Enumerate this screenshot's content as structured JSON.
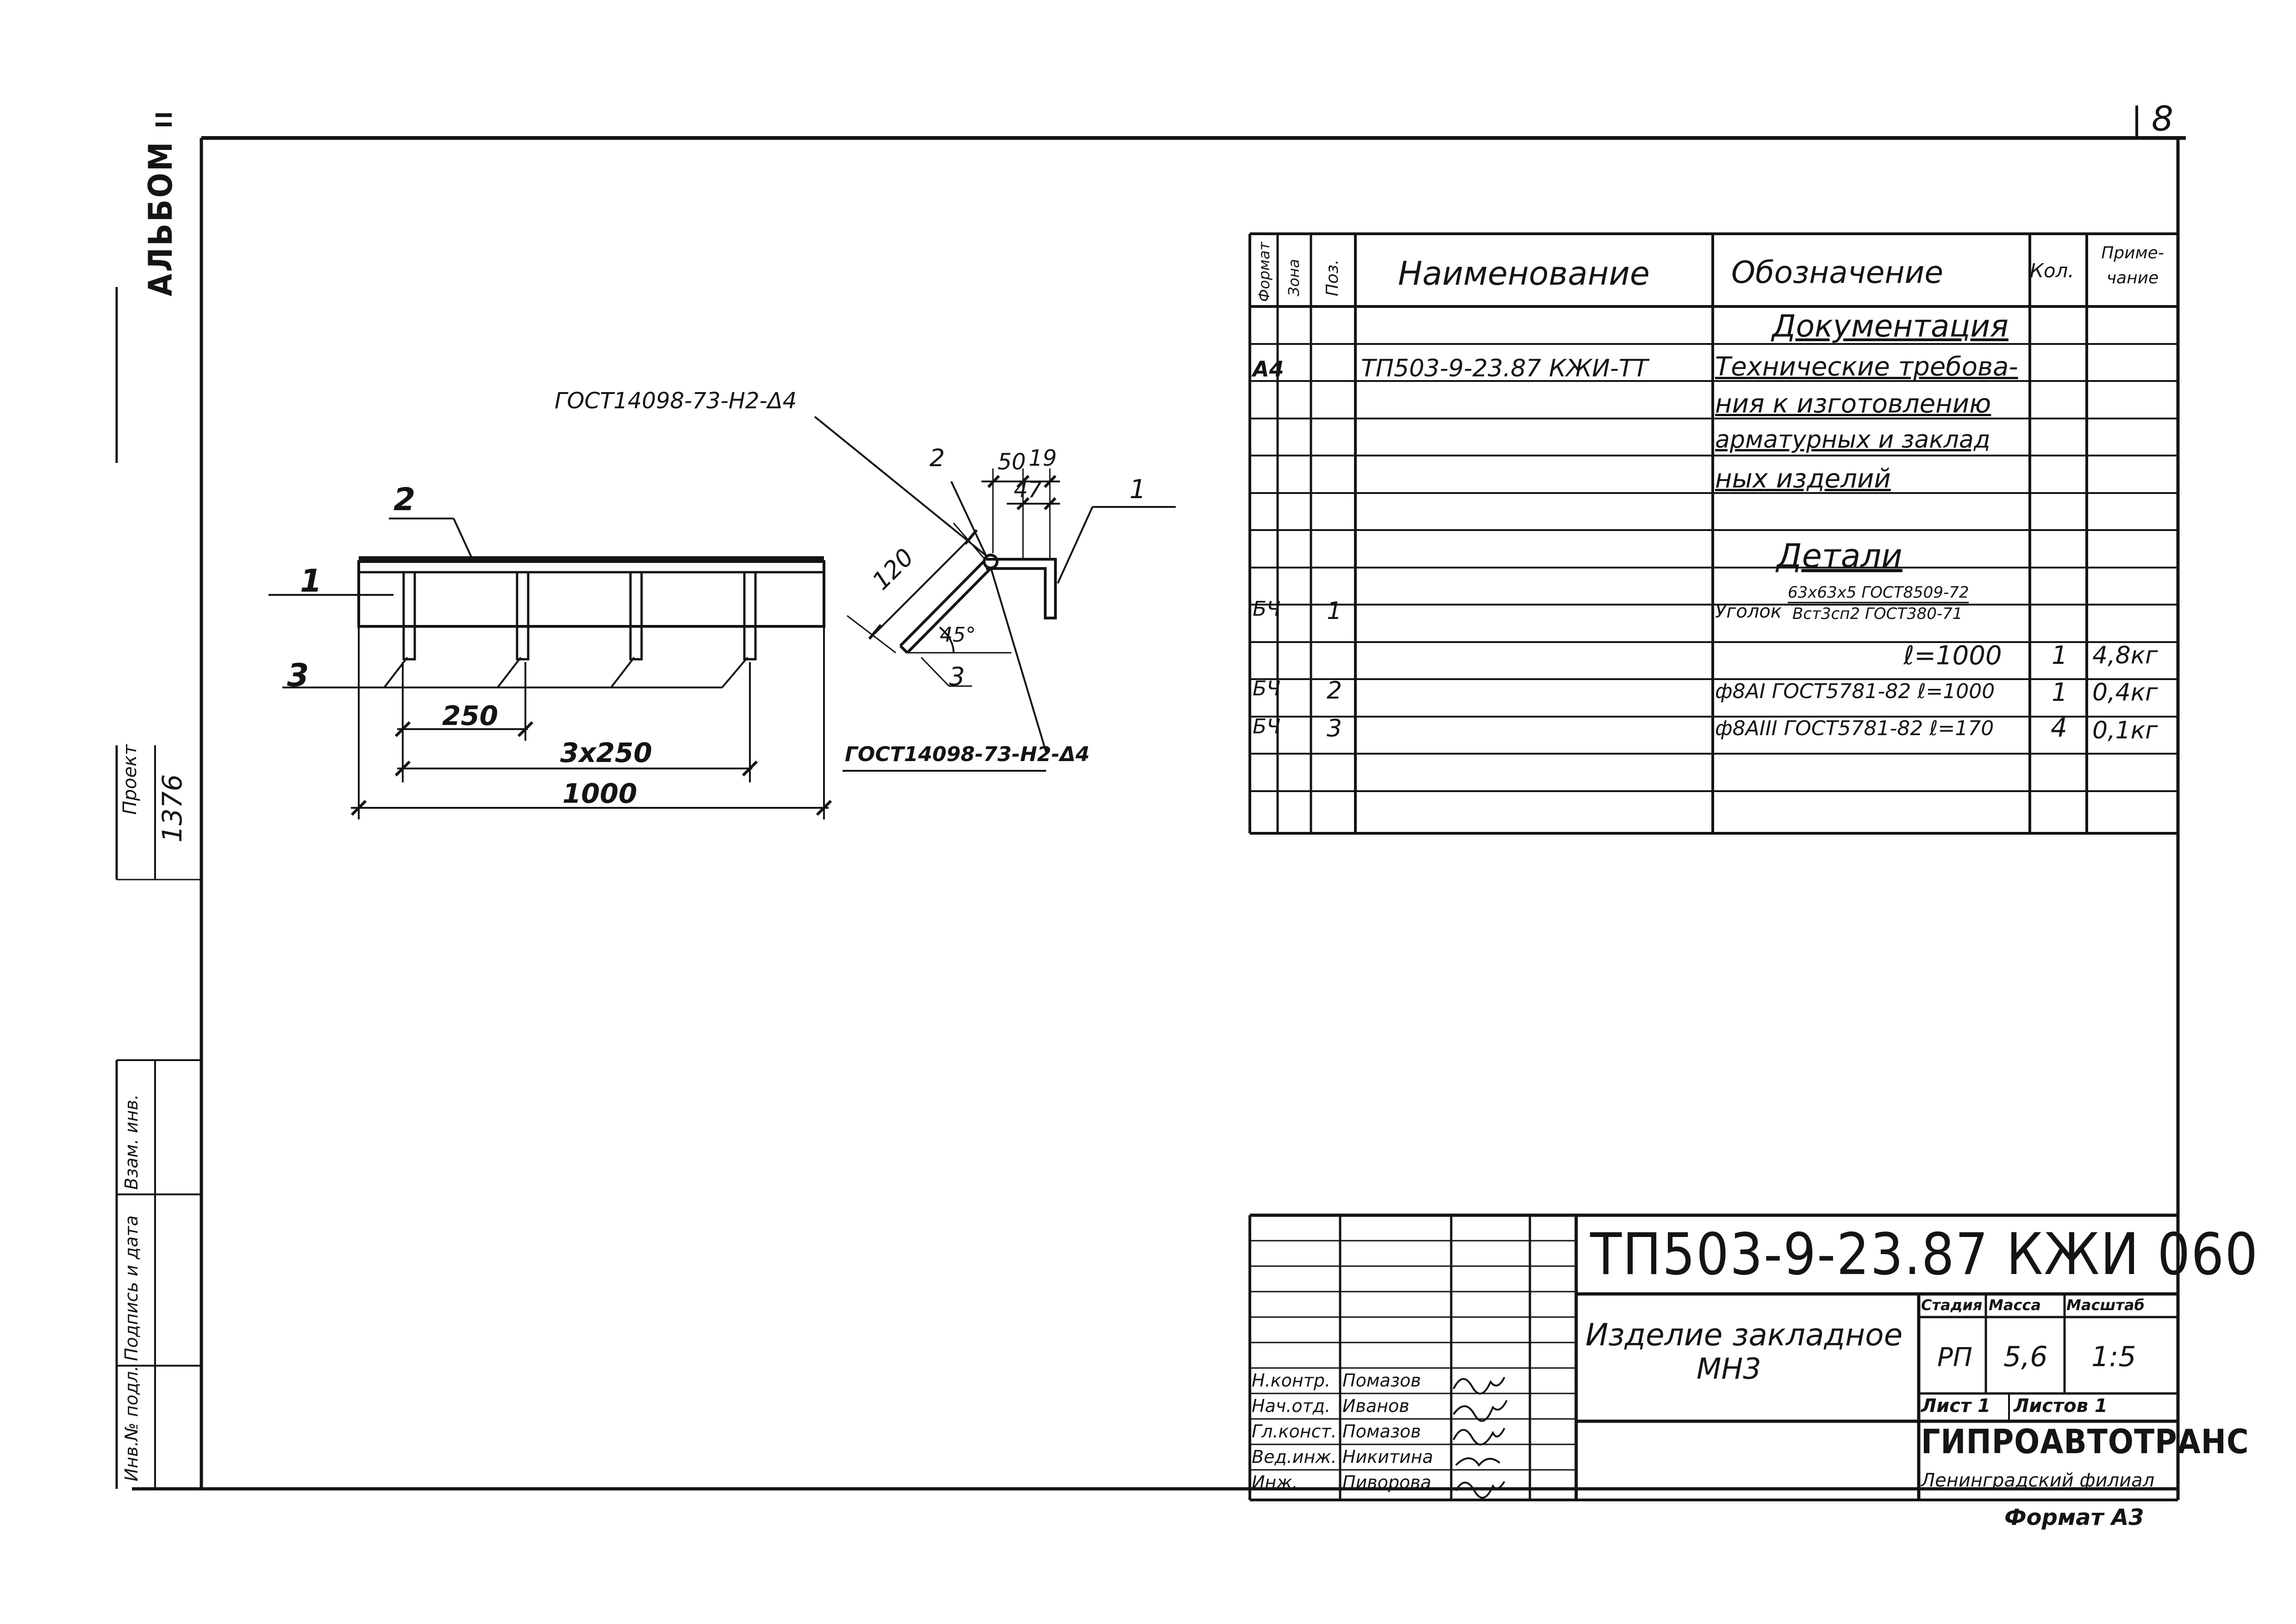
{
  "sheet": {
    "sheet_number": "8",
    "format_label": "Формат А3",
    "album_label": "АЛЬБОМ",
    "album_number": "II",
    "project_label": "Проект",
    "project_number": "1376",
    "side_stamp": [
      "Инв.№ подл.",
      "Подпись и дата",
      "Взам. инв."
    ]
  },
  "drawing": {
    "weld_top": "ГОСТ14098-73-Н2-Δ4",
    "weld_bottom": "ГОСТ14098-73-Н2-Δ4",
    "pos_1": "1",
    "pos_2": "2",
    "pos_3": "3",
    "dim_250": "250",
    "dim_3x250": "3x250",
    "dim_1000": "1000",
    "dim_120": "120",
    "dim_45": "45°",
    "dim_50": "50",
    "dim_19": "19",
    "dim_47": "47",
    "sec_pos_1": "1",
    "sec_pos_2": "2",
    "sec_pos_3": "3"
  },
  "spec": {
    "headers": {
      "format": "Формат",
      "zone": "Зона",
      "pos": "Поз.",
      "name": "Наименование",
      "designation": "Обозначение",
      "qty": "Кол.",
      "note": "Приме-чание"
    },
    "rows": [
      {
        "format": "",
        "pos": "",
        "name": "",
        "designation": "Документация",
        "qty": "",
        "note": ""
      },
      {
        "format": "А4",
        "pos": "",
        "name": "ТП503-9-23.87 КЖИ-ТТ",
        "designation": "Технические требова-",
        "qty": "",
        "note": ""
      },
      {
        "format": "",
        "pos": "",
        "name": "",
        "designation": "ния к изготовлению",
        "qty": "",
        "note": ""
      },
      {
        "format": "",
        "pos": "",
        "name": "",
        "designation": "арматурных и заклад",
        "qty": "",
        "note": ""
      },
      {
        "format": "",
        "pos": "",
        "name": "",
        "designation": "ных изделий",
        "qty": "",
        "note": ""
      },
      {
        "format": "",
        "pos": "",
        "name": "",
        "designation": "",
        "qty": "",
        "note": ""
      },
      {
        "format": "",
        "pos": "",
        "name": "",
        "designation": "Детали",
        "qty": "",
        "note": ""
      },
      {
        "format": "БЧ",
        "pos": "1",
        "name": "",
        "designation": "Уголок",
        "designation_top": "63x63x5 ГОСТ8509-72",
        "designation_bottom": "Вст3сп2 ГОСТ380-71",
        "qty": "",
        "note": ""
      },
      {
        "format": "",
        "pos": "",
        "name": "",
        "designation": "ℓ=1000",
        "qty": "1",
        "note": "4,8кг"
      },
      {
        "format": "БЧ",
        "pos": "2",
        "name": "",
        "designation": "ф8АI ГОСТ5781-82 ℓ=1000",
        "qty": "1",
        "note": "0,4кг"
      },
      {
        "format": "БЧ",
        "pos": "3",
        "name": "",
        "designation": "ф8АIII ГОСТ5781-82 ℓ=170",
        "qty": "4",
        "note": "0,1кг"
      },
      {
        "format": "",
        "pos": "",
        "name": "",
        "designation": "",
        "qty": "",
        "note": ""
      },
      {
        "format": "",
        "pos": "",
        "name": "",
        "designation": "",
        "qty": "",
        "note": ""
      }
    ]
  },
  "title_block": {
    "code": "ТП503-9-23.87 КЖИ 060",
    "title_line1": "Изделие закладное",
    "title_line2": "МН3",
    "stage_label": "Стадия",
    "mass_label": "Масса",
    "scale_label": "Масштаб",
    "stage": "РП",
    "mass": "5,6",
    "scale": "1:5",
    "sheet_label": "Лист 1",
    "sheets_label": "Листов 1",
    "org": "ГИПРОАВТОТРАНС",
    "branch": "Ленинградский филиал",
    "roles": [
      {
        "role": "Н.контр.",
        "name": "Помазов"
      },
      {
        "role": "Нач.отд.",
        "name": "Иванов"
      },
      {
        "role": "Гл.конст.",
        "name": "Помазов"
      },
      {
        "role": "Вед.инж.",
        "name": "Никитина"
      },
      {
        "role": "Инж.",
        "name": "Пиворова"
      }
    ]
  }
}
